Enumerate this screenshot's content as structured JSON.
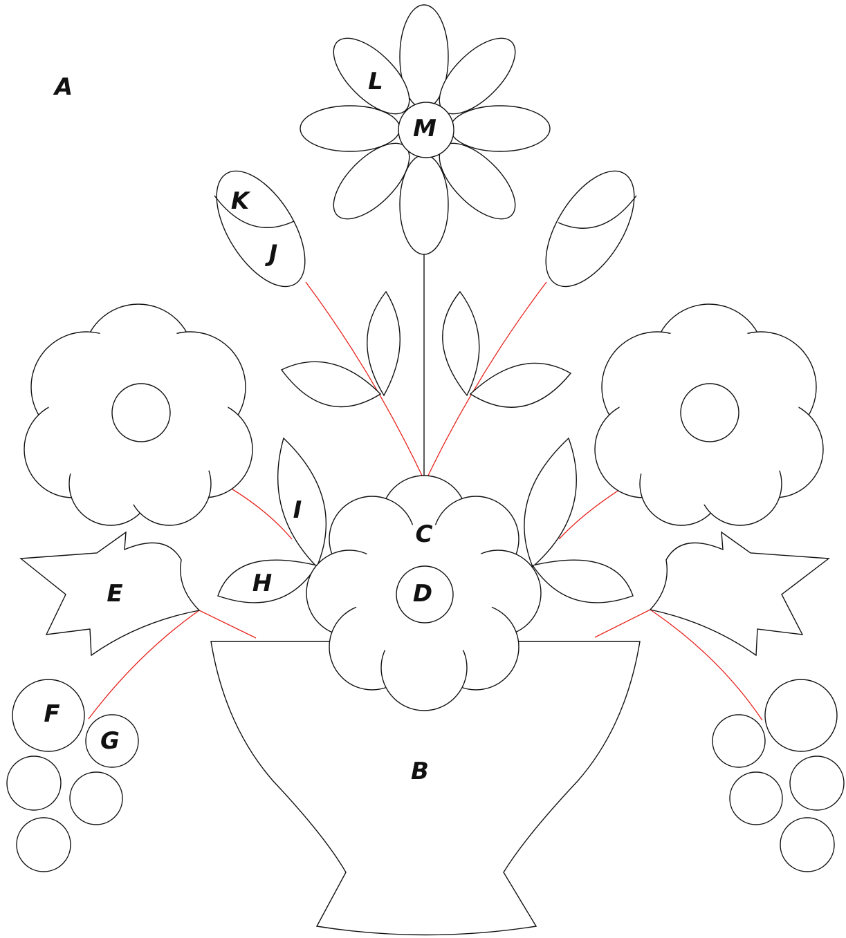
{
  "labels": {
    "A": "A",
    "B": "B",
    "C": "C",
    "D": "D",
    "E": "E",
    "F": "F",
    "G": "G",
    "H": "H",
    "I": "I",
    "J": "J",
    "K": "K",
    "L": "L",
    "M": "M"
  },
  "colors": {
    "outline": "#111111",
    "stem": "#e8231c",
    "background": "#ffffff"
  }
}
